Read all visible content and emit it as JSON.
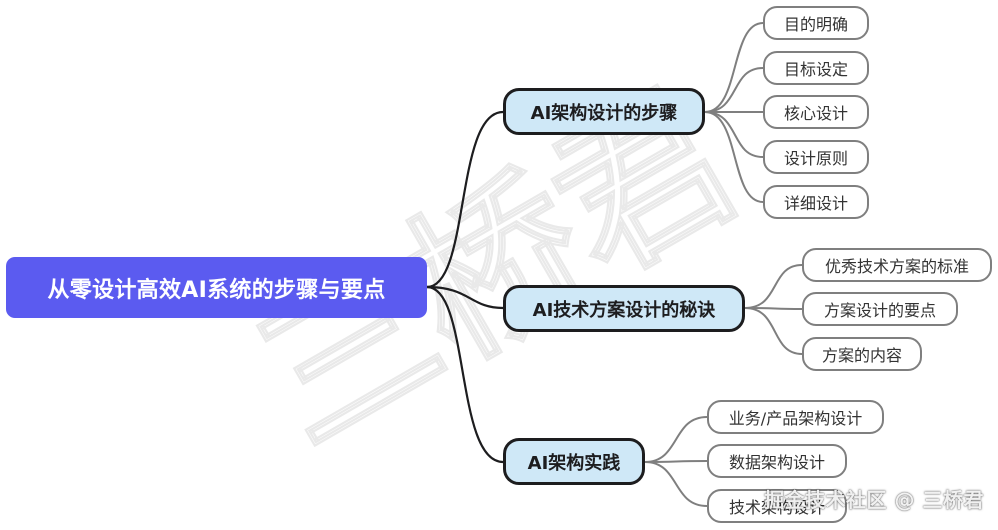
{
  "mindmap": {
    "root": "从零设计高效AI系统的步骤与要点",
    "branches": [
      {
        "label": "AI架构设计的步骤",
        "children": [
          "目的明确",
          "目标设定",
          "核心设计",
          "设计原则",
          "详细设计"
        ]
      },
      {
        "label": "AI技术方案设计的秘诀",
        "children": [
          "优秀技术方案的标准",
          "方案设计的要点",
          "方案的内容"
        ]
      },
      {
        "label": "AI架构实践",
        "children": [
          "业务/产品架构设计",
          "数据架构设计",
          "技术架构设计"
        ]
      }
    ]
  },
  "watermark": {
    "text": "三桥君"
  },
  "footer": {
    "text": "掘金技术社区 @ 三桥君"
  },
  "colors": {
    "root_fill": "#5b5bf0",
    "branch_fill": "#cfe8f7",
    "branch_border": "#1d1d1f",
    "leaf_border": "#7f7f7f",
    "connector": "#1d1d1f",
    "leaf_connector": "#7f7f7f"
  }
}
